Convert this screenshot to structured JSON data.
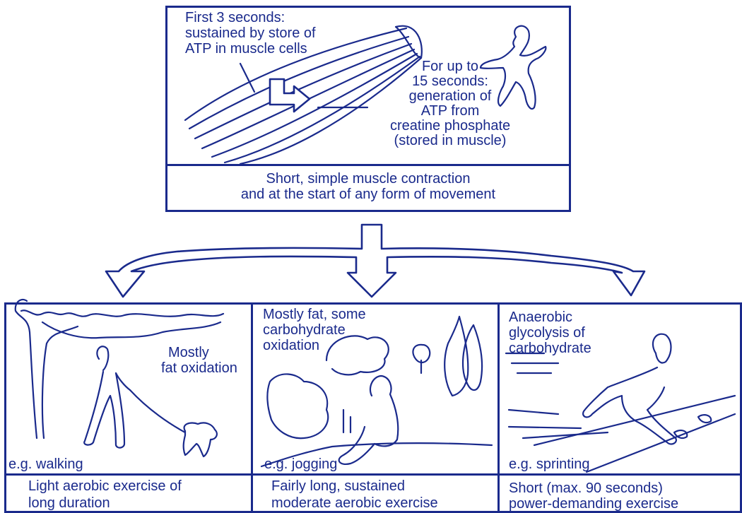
{
  "top": {
    "label_atp_store": [
      "First 3 seconds:",
      "sustained by store of",
      "ATP in muscle cells"
    ],
    "label_creatine": [
      "For up to",
      "15 seconds:",
      "generation of",
      "ATP from",
      "creatine phosphate",
      "(stored in muscle)"
    ],
    "caption": [
      "Short, simple muscle contraction",
      "and at the start of any form of movement"
    ]
  },
  "panels": [
    {
      "heading": [
        "Mostly",
        "fat oxidation"
      ],
      "example": "e.g. walking",
      "caption": [
        "Light aerobic exercise of",
        "long duration"
      ]
    },
    {
      "heading": [
        "Mostly fat, some",
        "carbohydrate",
        "oxidation"
      ],
      "example": "e.g. jogging",
      "caption": [
        "Fairly long, sustained",
        "moderate aerobic exercise"
      ]
    },
    {
      "heading": [
        "Anaerobic",
        "glycolysis of",
        "carbohydrate"
      ],
      "example": "e.g. sprinting",
      "caption": [
        "Short (max. 90 seconds)",
        "power-demanding exercise"
      ]
    }
  ]
}
